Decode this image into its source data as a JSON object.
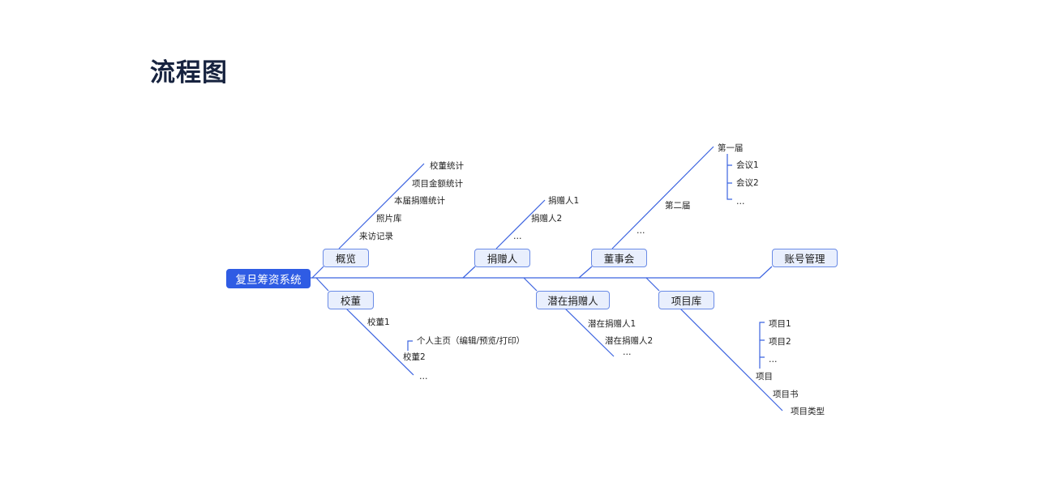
{
  "title": "流程图",
  "root": "复旦筹资系统",
  "colors": {
    "accent": "#2f5ce4",
    "box_fill": "#e9effd",
    "line": "#3b63e0"
  },
  "branches": {
    "overview": {
      "label": "概览",
      "items": [
        "校董统计",
        "项目金额统计",
        "本届捐赠统计",
        "照片库",
        "来访记录"
      ]
    },
    "donors": {
      "label": "捐赠人",
      "items": [
        "捐赠人1",
        "捐赠人2",
        "…"
      ]
    },
    "board": {
      "label": "董事会",
      "items": [
        "第一届",
        "第二届",
        "…"
      ],
      "first_term_items": [
        "会议1",
        "会议2",
        "…"
      ]
    },
    "account": {
      "label": "账号管理"
    },
    "trustees": {
      "label": "校董",
      "items": [
        "校董1",
        "校董2",
        "…"
      ],
      "trustee2_items": [
        "个人主页（编辑/预览/打印）"
      ]
    },
    "potential": {
      "label": "潜在捐赠人",
      "items": [
        "潜在捐赠人1",
        "潜在捐赠人2",
        "…"
      ]
    },
    "projects": {
      "label": "项目库",
      "items": [
        "项目",
        "项目书",
        "项目类型"
      ],
      "project_items": [
        "项目1",
        "项目2",
        "…"
      ]
    }
  }
}
